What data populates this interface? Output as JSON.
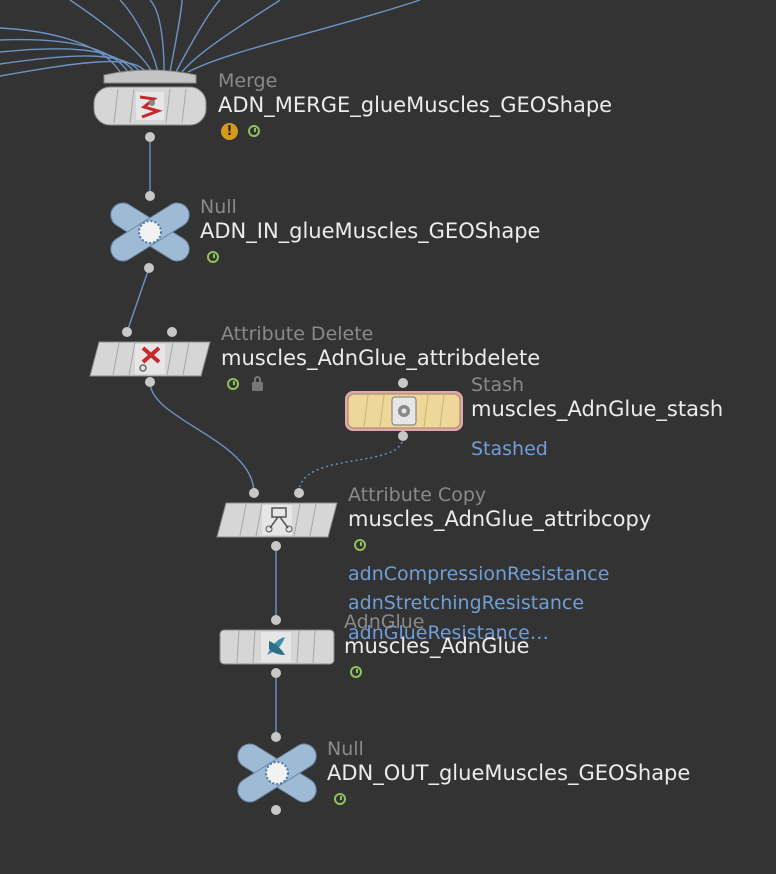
{
  "nodes": {
    "merge": {
      "type": "Merge",
      "name": "ADN_MERGE_glueMuscles_GEOShape",
      "icon": "merge-icon"
    },
    "null_in": {
      "type": "Null",
      "name": "ADN_IN_glueMuscles_GEOShape",
      "icon": "null-icon"
    },
    "attrib_delete": {
      "type": "Attribute Delete",
      "name": "muscles_AdnGlue_attribdelete",
      "icon": "delete-x-icon"
    },
    "stash": {
      "type": "Stash",
      "name": "muscles_AdnGlue_stash",
      "extra": "Stashed",
      "icon": "stash-icon"
    },
    "attrib_copy": {
      "type": "Attribute Copy",
      "name": "muscles_AdnGlue_attribcopy",
      "icon": "attribute-copy-icon",
      "attributes": [
        "adnCompressionResistance",
        "adnStretchingResistance",
        "adnGlueResistance…"
      ]
    },
    "adn_glue": {
      "type": "AdnGlue",
      "name": "muscles_AdnGlue",
      "icon": "adn-glue-icon"
    },
    "null_out": {
      "type": "Null",
      "name": "ADN_OUT_glueMuscles_GEOShape",
      "icon": "null-icon"
    }
  },
  "colors": {
    "background": "#333333",
    "wire": "#6c93c4",
    "node_gray": "#d6d6d6",
    "null_blue": "#9fbad4",
    "stash_yellow": "#efd79a",
    "stash_border": "#e3a6ad",
    "flag_green": "#8fc35a",
    "warning": "#d29b1e"
  }
}
